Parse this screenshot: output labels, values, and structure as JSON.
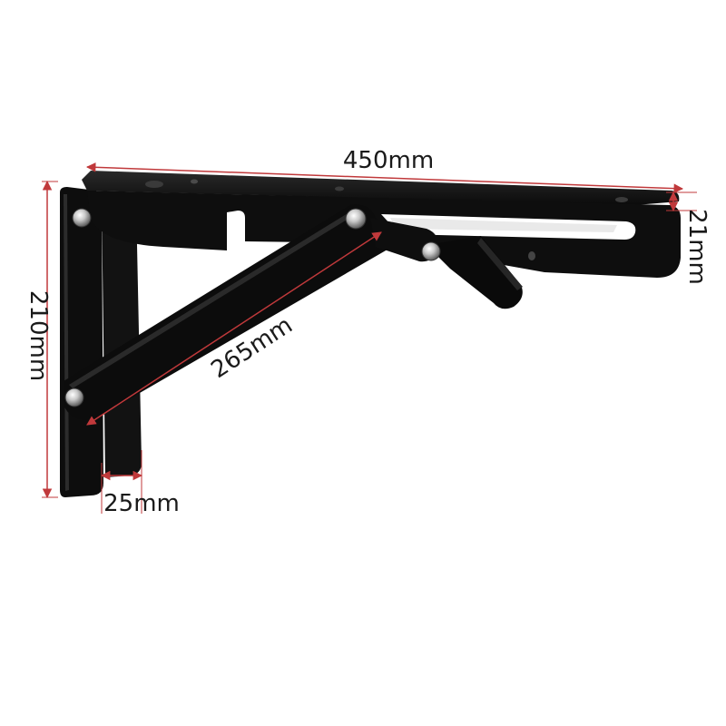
{
  "product": {
    "name": "folding shelf bracket",
    "color": "#0c0c0c",
    "accent_dimension_color": "#c0393b"
  },
  "dimensions": {
    "length": "450mm",
    "height": "210mm",
    "arm_length": "265mm",
    "profile_height": "21mm",
    "profile_width": "25mm"
  }
}
